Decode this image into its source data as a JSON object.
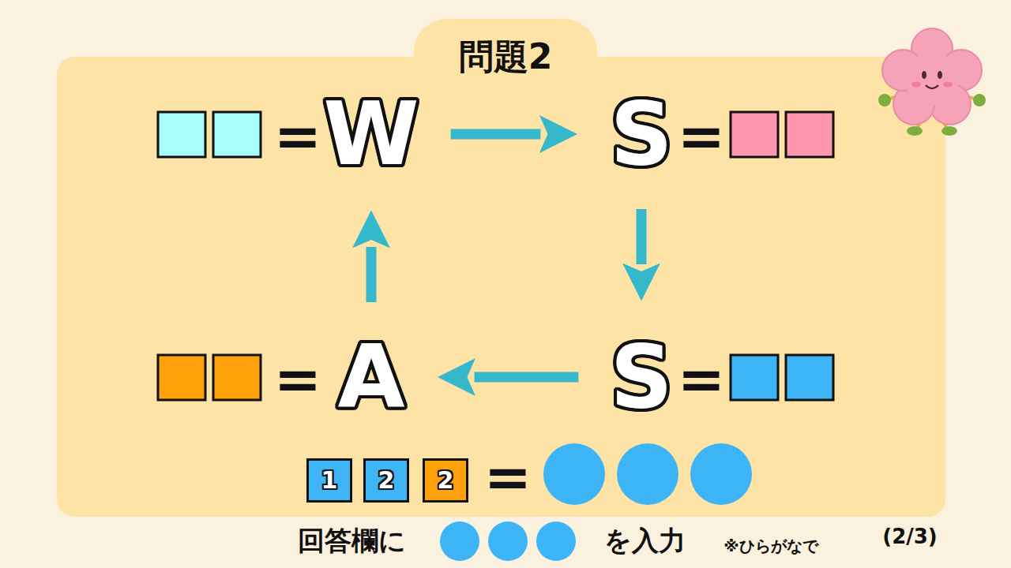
{
  "diagram": {
    "title": "問題2",
    "nodes": [
      {
        "text": [
          "W"
        ]
      },
      {
        "text": [
          "S"
        ]
      },
      {
        "text": [
          "S"
        ]
      },
      {
        "text": [
          "A"
        ]
      },
      {
        "text": [
          "1"
        ]
      },
      {
        "text": [
          "2"
        ]
      },
      {
        "text": [
          "2"
        ]
      }
    ],
    "edges": [
      {
        "from": 0,
        "to": 1,
        "arrow": "to"
      },
      {
        "from": 1,
        "to": 2,
        "arrow": "to"
      },
      {
        "from": 2,
        "to": 3,
        "arrow": "to"
      },
      {
        "from": 3,
        "to": 0,
        "arrow": "to"
      }
    ],
    "labels": [
      "=",
      "=",
      "=",
      "=",
      "=",
      "回答欄に",
      "を入力",
      "※ひらがなで",
      "(2/3)"
    ]
  }
}
